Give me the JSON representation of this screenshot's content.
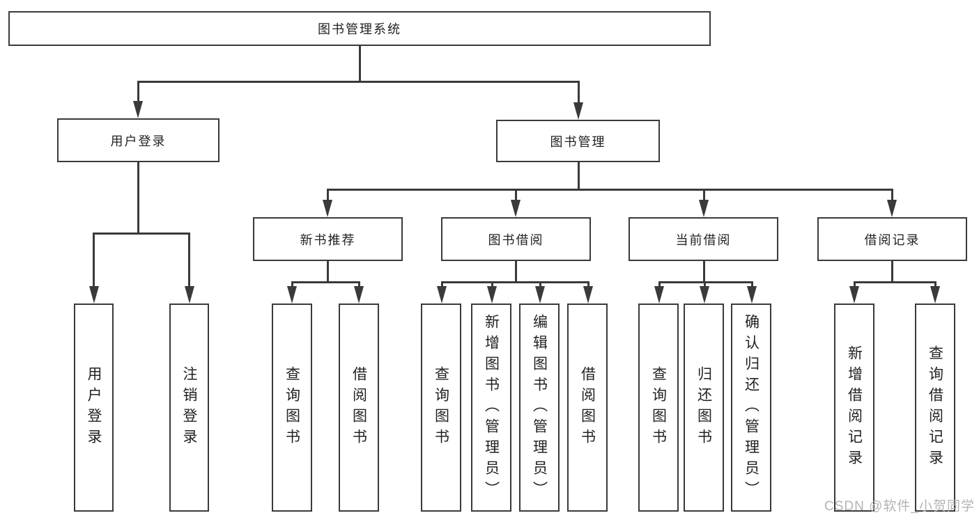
{
  "title": "图书管理系统",
  "tree": {
    "label": "图书管理系统",
    "children": [
      {
        "label": "用户登录",
        "children": [
          {
            "label": "用户登录"
          },
          {
            "label": "注销登录"
          }
        ]
      },
      {
        "label": "图书管理",
        "children": [
          {
            "label": "新书推荐",
            "children": [
              {
                "label": "查询图书"
              },
              {
                "label": "借阅图书"
              }
            ]
          },
          {
            "label": "图书借阅",
            "children": [
              {
                "label": "查询图书"
              },
              {
                "label": "新增图书（管理员）"
              },
              {
                "label": "编辑图书（管理员）"
              },
              {
                "label": "借阅图书"
              }
            ]
          },
          {
            "label": "当前借阅",
            "children": [
              {
                "label": "查询图书"
              },
              {
                "label": "归还图书"
              },
              {
                "label": "确认归还（管理员）"
              }
            ]
          },
          {
            "label": "借阅记录",
            "children": [
              {
                "label": "新增借阅记录"
              },
              {
                "label": "查询借阅记录"
              }
            ]
          }
        ]
      }
    ]
  },
  "watermark": "CSDN @软件_小贺同学",
  "colors": {
    "line": "#3a3a3a",
    "text": "#222222",
    "watermark": "#b3b3b3",
    "background": "#ffffff"
  }
}
